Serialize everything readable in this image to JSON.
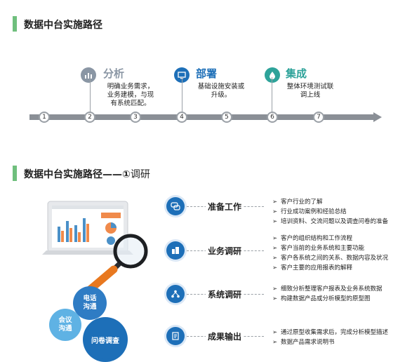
{
  "section1": {
    "title": "数据中台实施路径",
    "phases": [
      {
        "name": "分析",
        "icon": "bar-chart-icon",
        "color": "#8a96a4",
        "desc": [
          "明确业务需求，",
          "业务建模，与现",
          "有系统匹配。"
        ]
      },
      {
        "name": "部署",
        "icon": "monitor-icon",
        "color": "#1d6fb8",
        "desc": [
          "基础设施安装或",
          "升级。"
        ]
      },
      {
        "name": "集成",
        "icon": "water-drop-icon",
        "color": "#2ea39a",
        "desc": [
          "整体环境测试联",
          "调上线"
        ]
      }
    ],
    "steps": [
      "1",
      "2",
      "3",
      "4",
      "5",
      "6",
      "7"
    ]
  },
  "section2": {
    "title_main": "数据中台实施路径——",
    "title_num": "①",
    "title_sub": "调研",
    "gears": {
      "phone": "电话\n沟通",
      "meeting": "会议\n沟通",
      "survey": "问卷调查"
    },
    "rows": [
      {
        "title": "准备工作",
        "icon": "chat-icon",
        "bullets": [
          "客户行业的了解",
          "行业成功案例和经验总结",
          "培训资料、交流问题以及调查问卷的准备"
        ]
      },
      {
        "title": "业务调研",
        "icon": "building-icon",
        "bullets": [
          "客户的组织结构和工作流程",
          "客户当前的业务系统和主要功能",
          "客户各系统之间的关系、数据内容及状况",
          "客户主要的应用报表的解释"
        ]
      },
      {
        "title": "系统调研",
        "icon": "network-icon",
        "bullets": [
          "细致分析整理客户报表及业务系统数据",
          "构建数据产品或分析模型的原型图"
        ]
      },
      {
        "title": "成果输出",
        "icon": "document-icon",
        "bullets": [
          "通过原型收集需求后，完成分析模型描述",
          "数据产品需求说明书"
        ]
      }
    ]
  }
}
